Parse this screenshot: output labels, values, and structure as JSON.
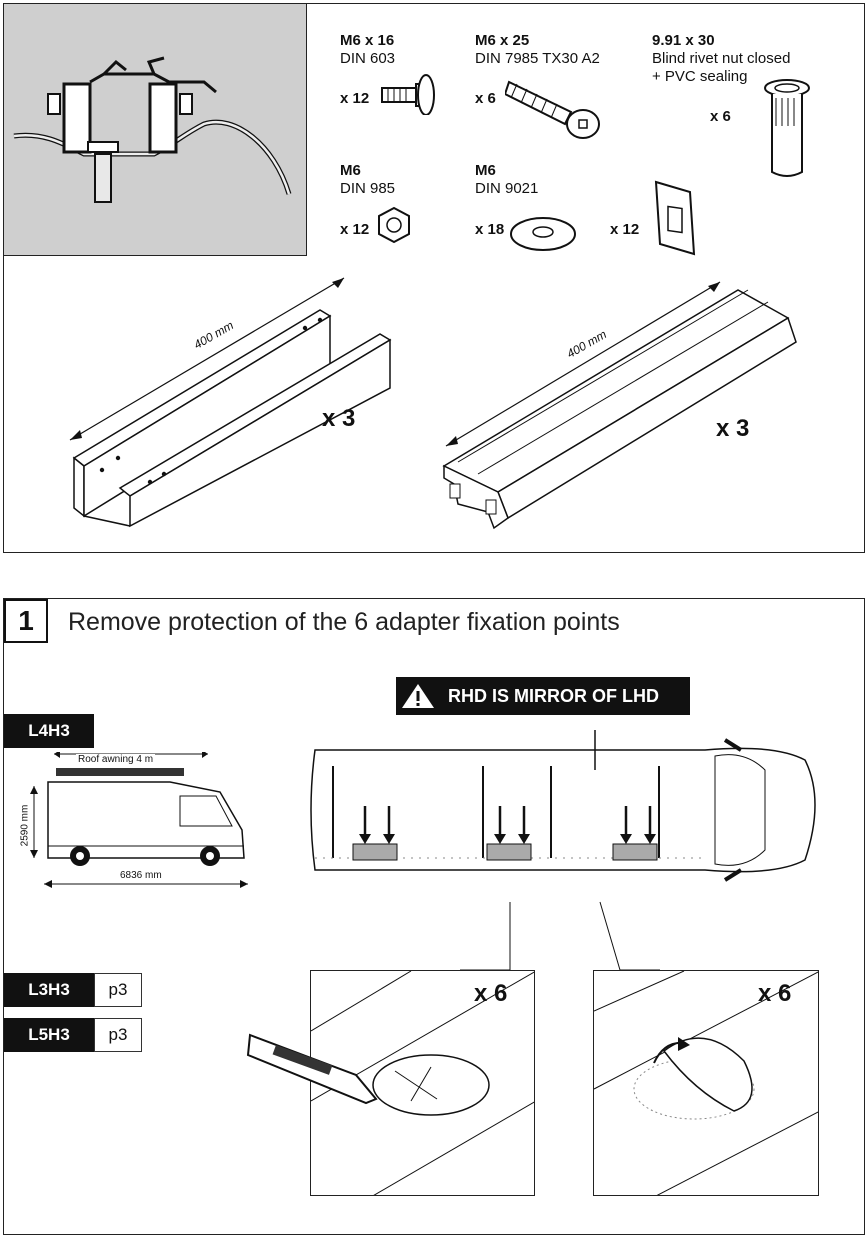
{
  "hardware": [
    {
      "title": "M6 x 16",
      "spec": "DIN 603",
      "qty": "x 12",
      "icon": "carriage-bolt-icon"
    },
    {
      "title": "M6 x 25",
      "spec": "DIN 7985 TX30 A2",
      "qty": "x 6",
      "icon": "torx-screw-icon"
    },
    {
      "title": "9.91 x 30",
      "spec": "Blind rivet nut closed",
      "spec2": "+ PVC sealing",
      "qty": "x 6",
      "icon": "rivet-nut-icon"
    },
    {
      "title": "M6",
      "spec": "DIN 985",
      "qty": "x 12",
      "icon": "hex-nut-icon"
    },
    {
      "title": "M6",
      "spec": "DIN 9021",
      "qty": "x 18",
      "icon": "washer-icon"
    },
    {
      "qty": "x 12",
      "icon": "square-plate-icon"
    }
  ],
  "profiles": [
    {
      "length": "400 mm",
      "qty": "x 3",
      "icon": "u-channel-profile-icon"
    },
    {
      "length": "400 mm",
      "qty": "x 3",
      "icon": "adapter-rail-profile-icon"
    }
  ],
  "step": {
    "number": "1",
    "title": "Remove protection of the 6 adapter fixation points",
    "warning": "RHD IS MIRROR OF LHD",
    "variant": "L4H3",
    "awning": "Roof awning 4 m",
    "height": "2590 mm",
    "length": "6836 mm",
    "refs": [
      {
        "label": "L3H3",
        "page": "p3"
      },
      {
        "label": "L5H3",
        "page": "p3"
      }
    ],
    "detail_qty_1": "x 6",
    "detail_qty_2": "x 6"
  },
  "colors": {
    "panel_gray": "#cfcfcf",
    "ink": "#111111"
  }
}
